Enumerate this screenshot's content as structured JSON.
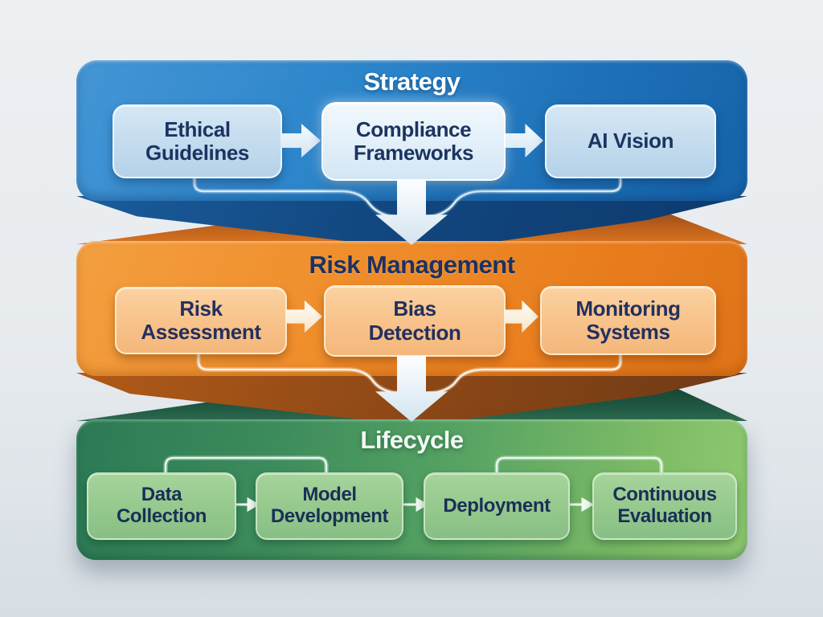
{
  "diagram": {
    "kind": "layered-flow-diagram",
    "background_color": "#E9EDF0",
    "bands": [
      {
        "title": "Strategy",
        "accent_color": "#2580C6",
        "title_color": "#FFFFFF",
        "node_fill": "#C9DFF0",
        "text_color": "#1C3460",
        "items": [
          {
            "label": [
              "Ethical",
              "Guidelines"
            ]
          },
          {
            "label": [
              "Compliance",
              "Frameworks"
            ]
          },
          {
            "label": [
              "AI Vision"
            ]
          }
        ]
      },
      {
        "title": "Risk Management",
        "accent_color": "#EC8122",
        "title_color": "#1B3263",
        "node_fill": "#F8C28A",
        "text_color": "#22305F",
        "items": [
          {
            "label": [
              "Risk",
              "Assessment"
            ]
          },
          {
            "label": [
              "Bias",
              "Detection"
            ]
          },
          {
            "label": [
              "Monitoring",
              "Systems"
            ]
          }
        ]
      },
      {
        "title": "Lifecycle",
        "accent_color": "#4E9C62",
        "title_color": "#F3F8F3",
        "node_fill": "#9ACB90",
        "text_color": "#1A2F56",
        "items": [
          {
            "label": [
              "Data",
              "Collection"
            ]
          },
          {
            "label": [
              "Model",
              "Development"
            ]
          },
          {
            "label": [
              "Deployment"
            ]
          },
          {
            "label": [
              "Continuous",
              "Evaluation"
            ]
          }
        ]
      }
    ],
    "flow_arrows": {
      "between_bands": "arrow-down",
      "between_nodes": "arrow-right"
    }
  }
}
